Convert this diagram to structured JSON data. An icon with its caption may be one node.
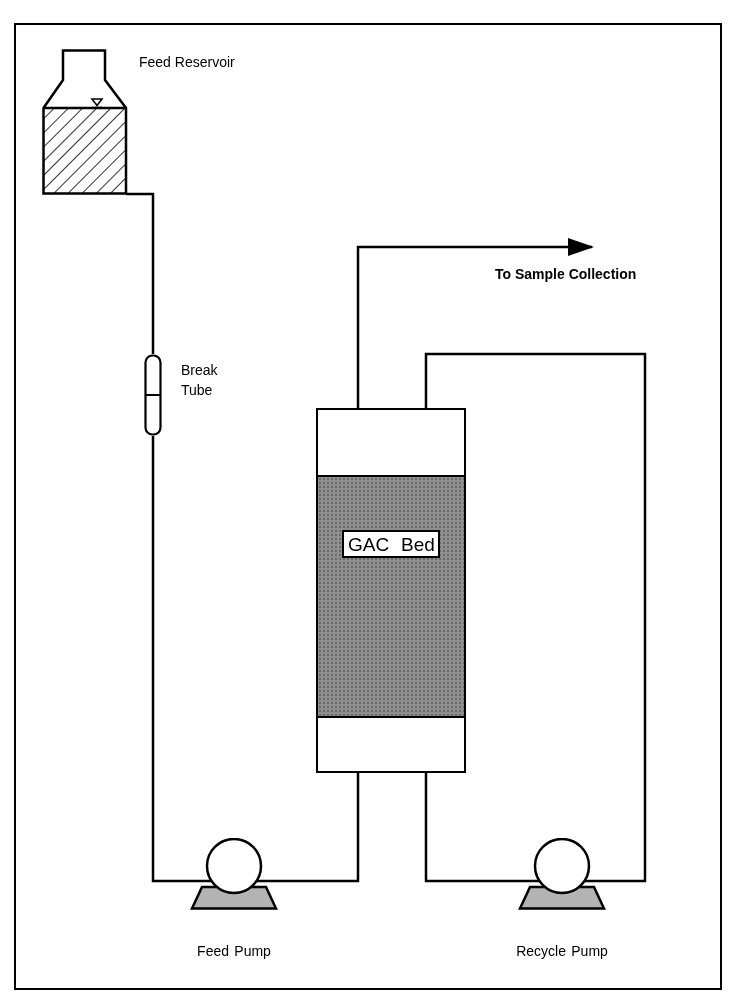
{
  "diagram": {
    "nodes": [
      {
        "text": [
          "Feed Reservoir"
        ]
      },
      {
        "text": [
          "Break Tube"
        ]
      },
      {
        "text": [
          "Feed Pump"
        ]
      },
      {
        "text": [],
        "shape": "box"
      },
      {
        "text": [
          "GAC Bed"
        ],
        "in": 3
      },
      {
        "text": [
          "Recycle Pump"
        ]
      }
    ],
    "edges": [
      {
        "from": 0,
        "to": 1,
        "arrow": "none"
      },
      {
        "from": 1,
        "to": 2,
        "arrow": "none"
      },
      {
        "from": 2,
        "to": 3,
        "arrow": "none"
      },
      {
        "from": 3,
        "to": null,
        "arrow": "to",
        "label": "To Sample Collection"
      },
      {
        "from": 3,
        "to": 5,
        "arrow": "none"
      },
      {
        "from": 5,
        "to": 3,
        "arrow": "none"
      }
    ]
  }
}
